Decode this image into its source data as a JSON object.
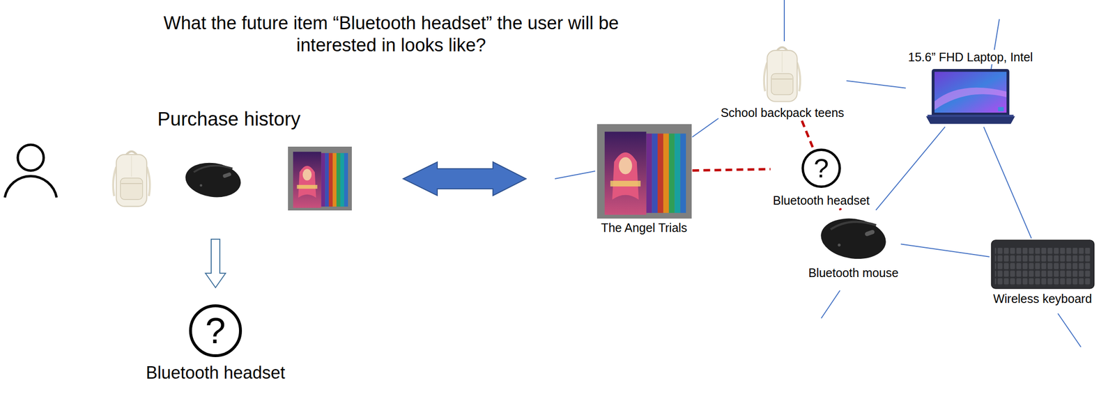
{
  "diagram": {
    "title": "What the future item “Bluetooth headset” the user will be interested in looks like?",
    "nodes": [
      {
        "text": [
          "?",
          "Bluetooth headset"
        ]
      },
      {
        "text": [
          "School backpack teens"
        ]
      },
      {
        "text": [
          "15.6” FHD Laptop, Intel"
        ]
      },
      {
        "text": [
          "The Angel Trials"
        ]
      },
      {
        "text": [
          "?",
          "Bluetooth headset"
        ]
      },
      {
        "text": [
          "Bluetooth mouse"
        ]
      },
      {
        "text": [
          "Wireless keyboard"
        ]
      }
    ],
    "edges": [
      {
        "from": 1,
        "to": 2,
        "arrow": "none"
      },
      {
        "from": 1,
        "to": 3,
        "arrow": "none"
      },
      {
        "from": 2,
        "to": 5,
        "arrow": "none"
      },
      {
        "from": 2,
        "to": 6,
        "arrow": "none"
      },
      {
        "from": 5,
        "to": 6,
        "arrow": "none"
      },
      {
        "from": 1,
        "to": 4,
        "arrow": "none"
      },
      {
        "from": 3,
        "to": 4,
        "arrow": "none"
      },
      {
        "from": 5,
        "to": 4,
        "arrow": "none"
      }
    ],
    "labels": [
      "Purchase history"
    ]
  }
}
